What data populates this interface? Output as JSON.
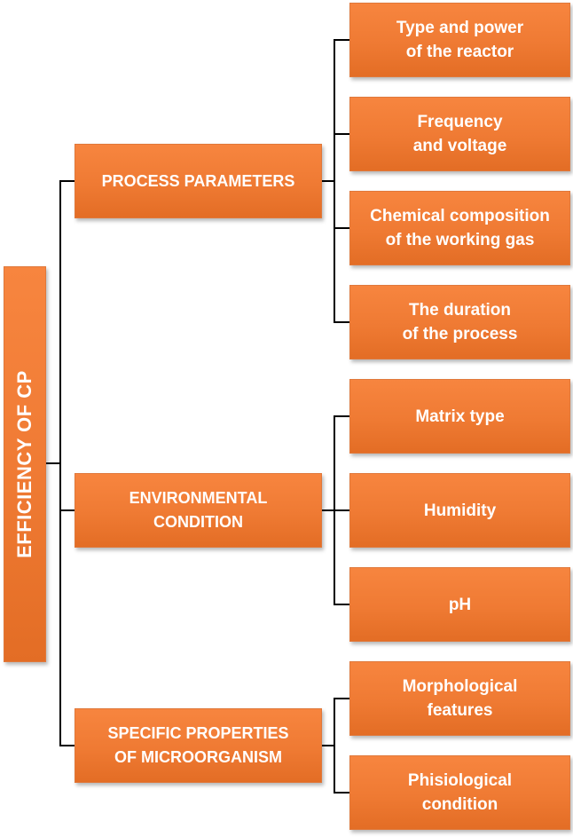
{
  "root": {
    "label": "EFFICIENCY OF CP"
  },
  "branches": [
    {
      "label": "PROCESS PARAMETERS",
      "leaves": [
        "Type and power\nof the reactor",
        "Frequency\nand voltage",
        "Chemical composition\nof the working gas",
        "The duration\nof the process"
      ]
    },
    {
      "label": "ENVIRONMENTAL\nCONDITION",
      "leaves": [
        "Matrix type",
        "Humidity",
        "pH"
      ]
    },
    {
      "label": "SPECIFIC PROPERTIES\nOF MICROORGANISM",
      "leaves": [
        "Morphological\nfeatures",
        "Phisiological\ncondition"
      ]
    }
  ],
  "colors": {
    "box_fill": "#ef7a33",
    "text": "#ffffff",
    "connector": "#000000"
  }
}
